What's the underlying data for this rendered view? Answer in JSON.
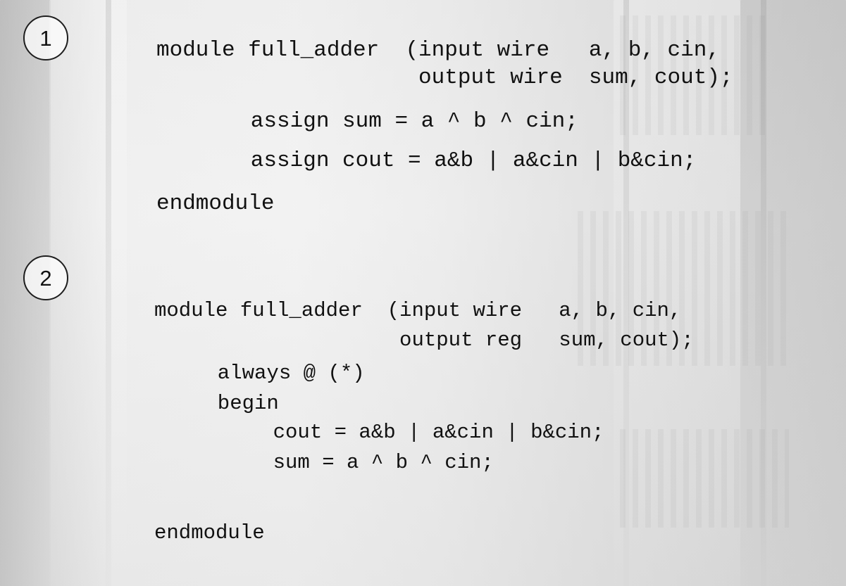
{
  "badges": [
    {
      "label": "1"
    },
    {
      "label": "2"
    }
  ],
  "code_blocks": [
    {
      "lines": [
        "module full_adder  (input wire   a, b, cin,",
        "                    output wire  sum, cout);",
        "   assign sum = a ^ b ^ cin;",
        "   assign cout = a&b | a&cin | b&cin;",
        "endmodule"
      ]
    },
    {
      "lines": [
        "module full_adder  (input wire   a, b, cin,",
        "                    output reg   sum, cout);",
        "  always @ (*)",
        "  begin",
        "    cout = a&b | a&cin | b&cin;",
        "    sum = a ^ b ^ cin;",
        "endmodule"
      ]
    }
  ]
}
